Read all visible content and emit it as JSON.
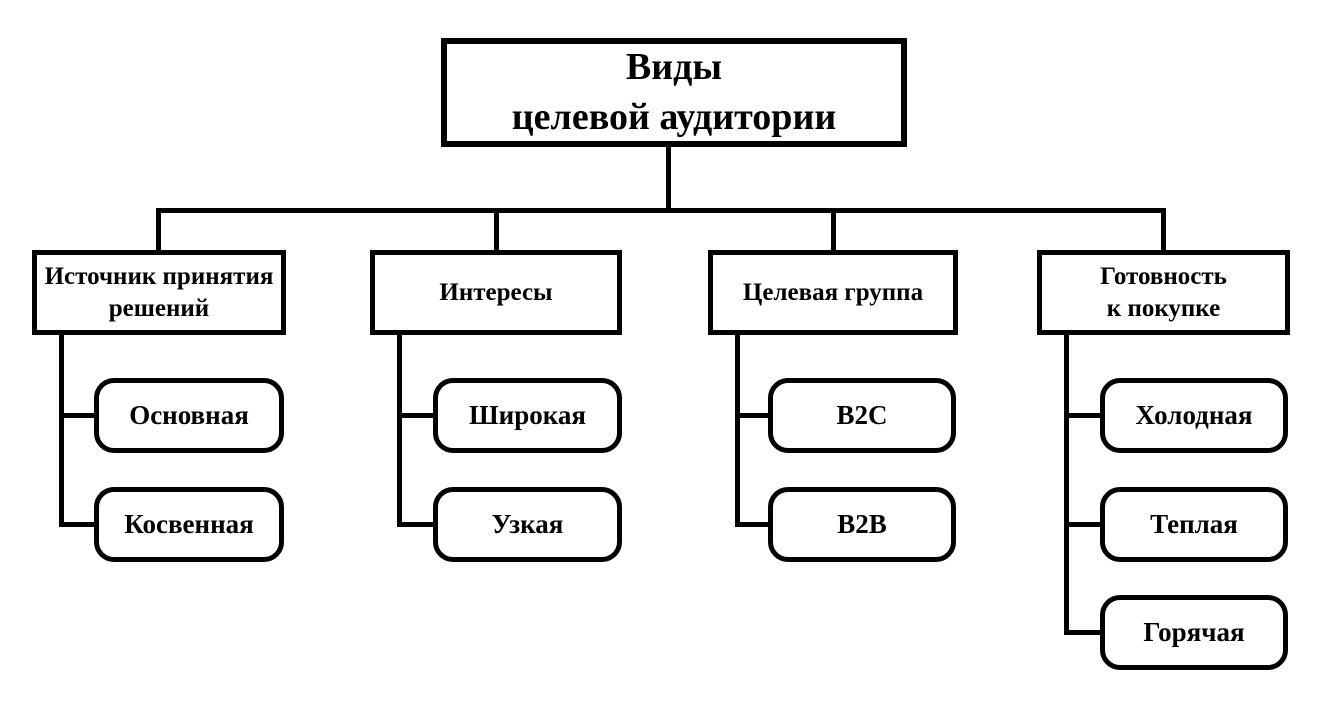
{
  "diagram": {
    "title": "Виды\nцелевой аудитории",
    "branches": [
      {
        "label": "Источник принятия\nрешений",
        "children": [
          "Основная",
          "Косвенная"
        ]
      },
      {
        "label": "Интересы",
        "children": [
          "Широкая",
          "Узкая"
        ]
      },
      {
        "label": "Целевая группа",
        "children": [
          "B2C",
          "B2B"
        ]
      },
      {
        "label": "Готовность\nк покупке",
        "children": [
          "Холодная",
          "Теплая",
          "Горячая"
        ]
      }
    ],
    "colors": {
      "stroke": "#000000",
      "fill": "#ffffff",
      "text": "#000000"
    }
  }
}
